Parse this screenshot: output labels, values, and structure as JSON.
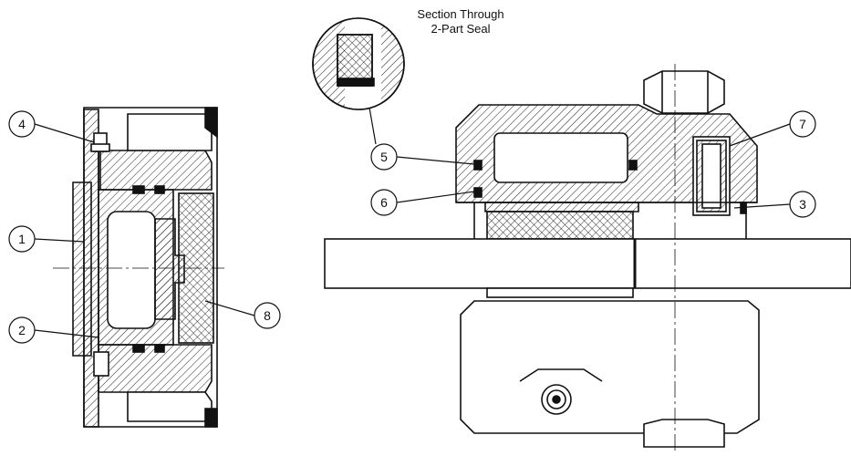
{
  "caption": {
    "line1": "Section Through",
    "line2": "2-Part Seal"
  },
  "callouts": {
    "c1": "1",
    "c2": "2",
    "c3": "3",
    "c4": "4",
    "c5": "5",
    "c6": "6",
    "c7": "7",
    "c8": "8"
  }
}
